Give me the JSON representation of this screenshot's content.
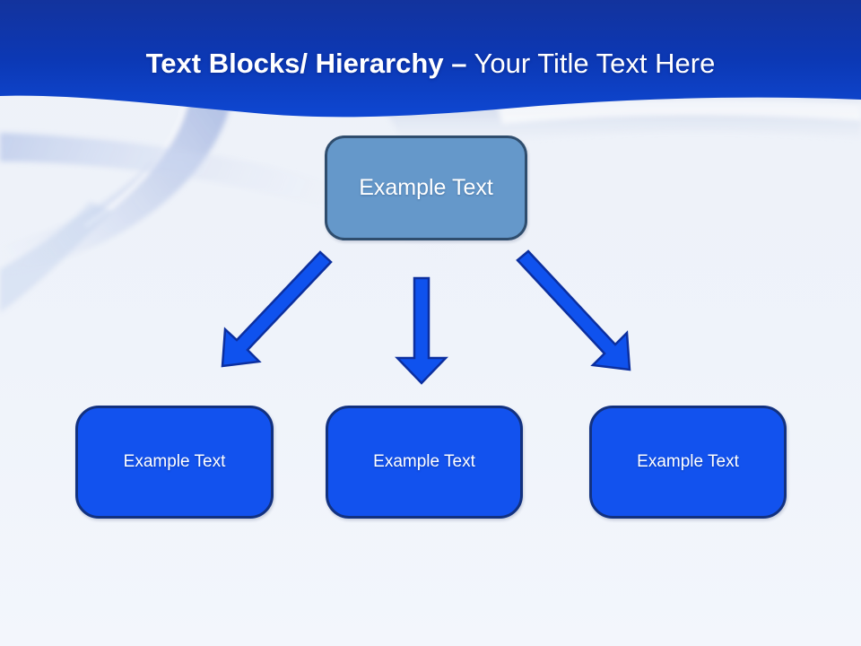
{
  "slide": {
    "header": {
      "title_bold": "Text Blocks/ Hierarchy –",
      "title_regular": " Your Title Text Here"
    },
    "diagram": {
      "root": {
        "label": "Example Text"
      },
      "children": [
        {
          "label": "Example Text"
        },
        {
          "label": "Example Text"
        },
        {
          "label": "Example Text"
        }
      ],
      "arrows": [
        "arrow-down-left",
        "arrow-down",
        "arrow-down-right"
      ]
    },
    "colors": {
      "header_top": "#13339d",
      "header_mid": "#0c38b4",
      "header_bottom": "#0e47d2",
      "title_text": "#ffffff",
      "root_fill": "#6598ca",
      "root_border": "#2f4d6d",
      "child_fill": "#1252ee",
      "child_border": "#12317f",
      "arrow_fill": "#0f52ee",
      "arrow_stroke": "#0c2f9f",
      "background": "#eff3fa"
    }
  }
}
